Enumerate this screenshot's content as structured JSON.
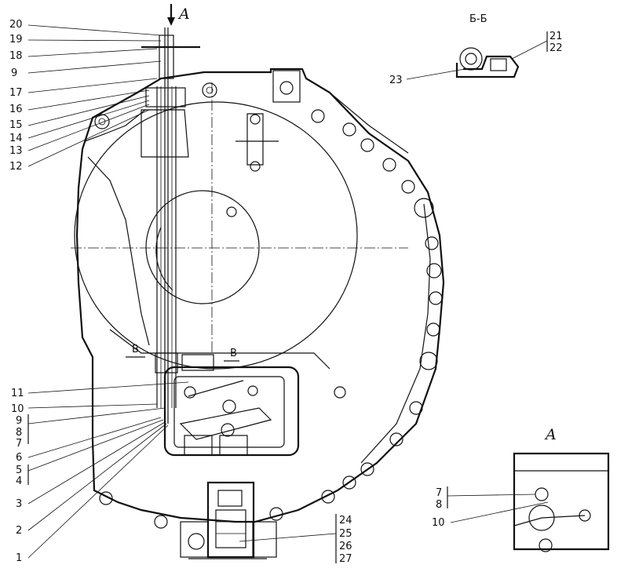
{
  "view_labels": {
    "arrow_a": "A",
    "section_bb": "Б-Б",
    "view_a": "A",
    "cut_b_left": "B",
    "cut_b_right": "B"
  },
  "callouts_left": [
    "20",
    "19",
    "18",
    "9",
    "17",
    "16",
    "15",
    "14",
    "13",
    "12",
    "11",
    "10",
    "9",
    "8",
    "7",
    "6",
    "5",
    "4",
    "3",
    "2",
    "1"
  ],
  "callouts_bb": [
    "21",
    "22",
    "23"
  ],
  "callouts_bottom": [
    "24",
    "25",
    "26",
    "27"
  ],
  "callouts_view_a": [
    "7",
    "8",
    "10"
  ]
}
